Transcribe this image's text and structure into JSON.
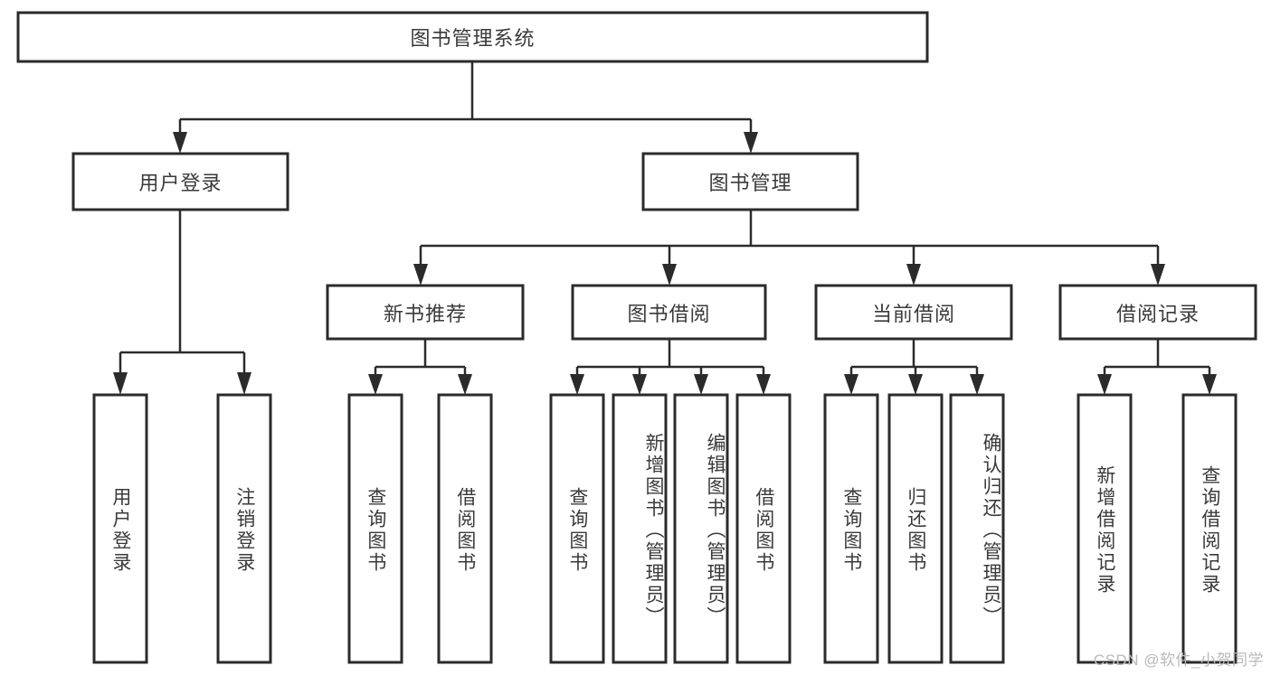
{
  "diagram": {
    "type": "tree-hierarchy",
    "title": "图书管理系统",
    "watermark": "CSDN @软件_小贺同学",
    "colors": {
      "background": "#ffffff",
      "box_stroke": "#2b2b2b",
      "box_fill": "#ffffff",
      "text": "#3a3a3a",
      "watermark": "#b9b9b9"
    },
    "levels": {
      "root": {
        "label": "图书管理系统"
      },
      "level2": [
        {
          "label": "用户登录"
        },
        {
          "label": "图书管理"
        }
      ],
      "level3": [
        {
          "label": "新书推荐"
        },
        {
          "label": "图书借阅"
        },
        {
          "label": "当前借阅"
        },
        {
          "label": "借阅记录"
        }
      ],
      "leaves": {
        "user_login": [
          {
            "label": "用户登录"
          },
          {
            "label": "注销登录"
          }
        ],
        "new_book_recommend": [
          {
            "label": "查询图书"
          },
          {
            "label": "借阅图书"
          }
        ],
        "book_borrow": [
          {
            "label": "查询图书"
          },
          {
            "label": "新增图书（管理员）"
          },
          {
            "label": "编辑图书（管理员）"
          },
          {
            "label": "借阅图书"
          }
        ],
        "current_borrow": [
          {
            "label": "查询图书"
          },
          {
            "label": "归还图书"
          },
          {
            "label": "确认归还（管理员）"
          }
        ],
        "borrow_record": [
          {
            "label": "新增借阅记录"
          },
          {
            "label": "查询借阅记录"
          }
        ]
      }
    }
  }
}
